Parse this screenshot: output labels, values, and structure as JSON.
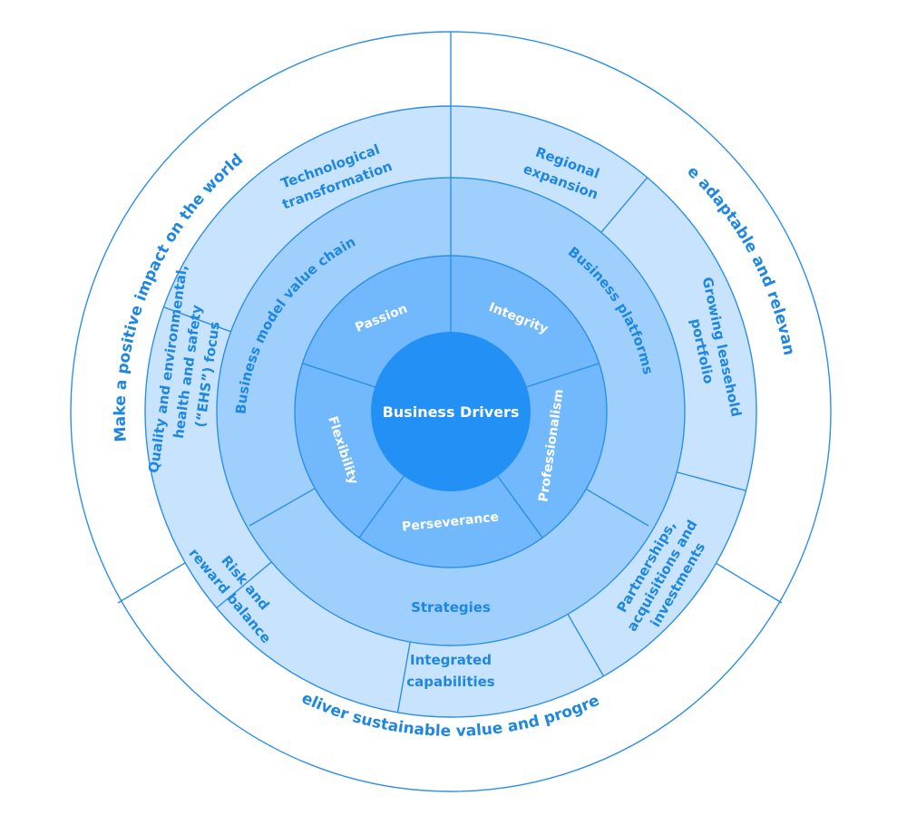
{
  "center": {
    "label": "Business Drivers"
  },
  "values_ring": {
    "items": [
      {
        "label": "Passion"
      },
      {
        "label": "Integrity"
      },
      {
        "label": "Professionalism"
      },
      {
        "label": "Perseverance"
      },
      {
        "label": "Flexibility"
      }
    ]
  },
  "pillars_ring": {
    "items": [
      {
        "label": "Business model value chain"
      },
      {
        "label": "Business platforms"
      },
      {
        "label": "Strategies"
      }
    ]
  },
  "strategies_ring": {
    "items": [
      {
        "lines": [
          "Technological",
          "transformation"
        ]
      },
      {
        "lines": [
          "Regional",
          "expansion"
        ]
      },
      {
        "lines": [
          "Growing leasehold",
          "portfolio"
        ]
      },
      {
        "lines": [
          "Partnerships,",
          "acquisitions and",
          "investments"
        ]
      },
      {
        "lines": [
          "Integrated",
          "capabilities"
        ]
      },
      {
        "lines": [
          "Risk and",
          "reward balance"
        ]
      },
      {
        "lines": [
          "Quality and environmental,",
          "health and safety",
          "(“EHS”) focus"
        ]
      }
    ]
  },
  "outer_ring": {
    "items": [
      {
        "label": "Make a positive impact on the world"
      },
      {
        "label": "Be adaptable and relevant"
      },
      {
        "label": "Deliver sustainable value and progress"
      }
    ]
  },
  "colors": {
    "center": "#2290f5",
    "values_ring": "#72b8fc",
    "pillars_ring": "#9fd0fd",
    "strategies_ring": "#c7e3fd",
    "outer_ring": "#ffffff",
    "stroke": "#2e8fe6",
    "accent_text": "#1f87e0"
  }
}
